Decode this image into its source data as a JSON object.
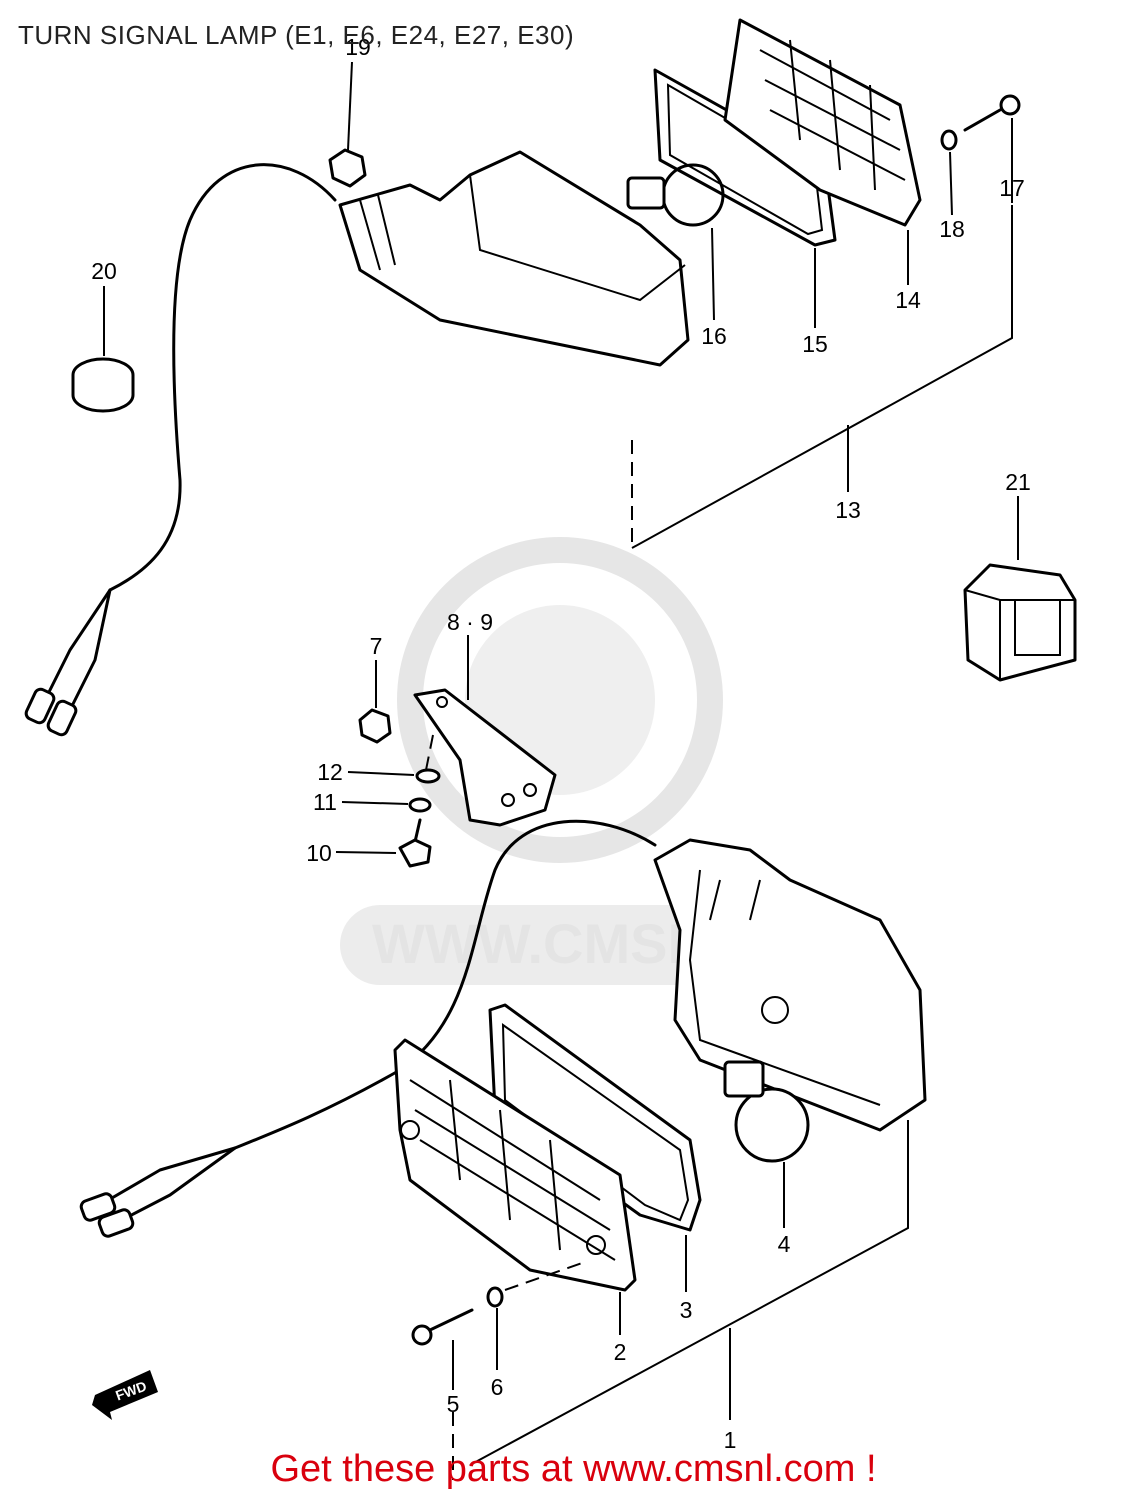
{
  "title": "TURN SIGNAL LAMP (E1, E6, E24, E27, E30)",
  "footer": "Get these parts at www.cmsnl.com !",
  "watermark": {
    "text": "WWW.CMSNL.COM",
    "color": "#e4e4e4"
  },
  "direction_marker": "FWD",
  "callouts": {
    "c1": "1",
    "c2": "2",
    "c3": "3",
    "c4": "4",
    "c5": "5",
    "c6": "6",
    "c7": "7",
    "c8_9": "8 · 9",
    "c10": "10",
    "c11": "11",
    "c12": "12",
    "c13": "13",
    "c14": "14",
    "c15": "15",
    "c16": "16",
    "c17": "17",
    "c18": "18",
    "c19": "19",
    "c20": "20",
    "c21": "21"
  },
  "colors": {
    "footer": "#d9000d",
    "title": "#222222",
    "line": "#000000"
  }
}
